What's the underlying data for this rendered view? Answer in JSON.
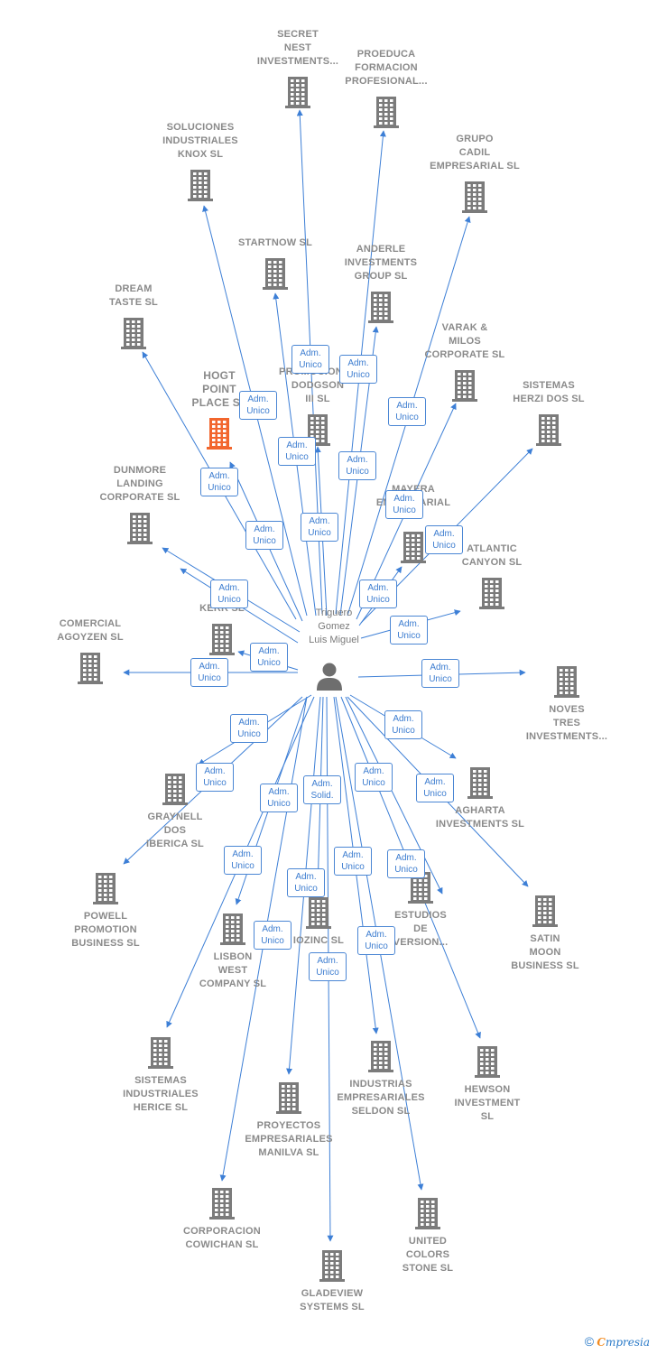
{
  "center": {
    "label": [
      "Triguero",
      "Gomez",
      "Luis Miguel"
    ]
  },
  "companies": [
    {
      "id": "secret",
      "label": [
        "SECRET",
        "NEST",
        "INVESTMENTS..."
      ]
    },
    {
      "id": "proeduca",
      "label": [
        "PROEDUCA",
        "FORMACION",
        "PROFESIONAL..."
      ]
    },
    {
      "id": "soluciones",
      "label": [
        "SOLUCIONES",
        "INDUSTRIALES",
        "KNOX SL"
      ]
    },
    {
      "id": "grupo",
      "label": [
        "GRUPO",
        "CADIL",
        "EMPRESARIAL SL"
      ]
    },
    {
      "id": "startnow",
      "label": [
        "STARTNOW SL"
      ]
    },
    {
      "id": "anderle",
      "label": [
        "ANDERLE",
        "INVESTMENTS",
        "GROUP SL"
      ]
    },
    {
      "id": "dream",
      "label": [
        "DREAM",
        "TASTE SL"
      ]
    },
    {
      "id": "varak",
      "label": [
        "VARAK &",
        "MILOS",
        "CORPORATE SL"
      ]
    },
    {
      "id": "hogt",
      "label": [
        "HOGT",
        "POINT",
        "PLACE  SL"
      ],
      "highlight": true
    },
    {
      "id": "promociones",
      "label": [
        "PROMOCIONES",
        "DODGSON",
        "III SL"
      ]
    },
    {
      "id": "sistemasherzi",
      "label": [
        "SISTEMAS",
        "HERZI DOS SL"
      ]
    },
    {
      "id": "dunmore",
      "label": [
        "DUNMORE",
        "LANDING",
        "CORPORATE SL"
      ]
    },
    {
      "id": "mayera",
      "label": [
        "MAYERA",
        "EMPRESARIAL",
        "SL"
      ]
    },
    {
      "id": "atlantic",
      "label": [
        "ATLANTIC",
        "CANYON SL"
      ]
    },
    {
      "id": "dakerr",
      "label": [
        "DA",
        "KERR SL"
      ]
    },
    {
      "id": "comercial",
      "label": [
        "COMERCIAL",
        "AGOYZEN SL"
      ]
    },
    {
      "id": "noves",
      "label": [
        "NOVES",
        "TRES",
        "INVESTMENTS..."
      ]
    },
    {
      "id": "graynell",
      "label": [
        "GRAYNELL",
        "DOS",
        "IBERICA  SL"
      ]
    },
    {
      "id": "agharta",
      "label": [
        "AGHARTA",
        "INVESTMENTS SL"
      ]
    },
    {
      "id": "powell",
      "label": [
        "POWELL",
        "PROMOTION",
        "BUSINESS  SL"
      ]
    },
    {
      "id": "lisbon",
      "label": [
        "LISBON",
        "WEST",
        "COMPANY  SL"
      ]
    },
    {
      "id": "iozinc",
      "label": [
        "IOZINC SL"
      ]
    },
    {
      "id": "estudios",
      "label": [
        "ESTUDIOS",
        "DE",
        "VERSION..."
      ]
    },
    {
      "id": "satin",
      "label": [
        "SATIN",
        "MOON",
        "BUSINESS SL"
      ]
    },
    {
      "id": "sistemasherice",
      "label": [
        "SISTEMAS",
        "INDUSTRIALES",
        "HERICE  SL"
      ]
    },
    {
      "id": "industrias",
      "label": [
        "INDUSTRIAS",
        "EMPRESARIALES",
        "SELDON SL"
      ]
    },
    {
      "id": "hewson",
      "label": [
        "HEWSON",
        "INVESTMENT",
        "SL"
      ]
    },
    {
      "id": "proyectos",
      "label": [
        "PROYECTOS",
        "EMPRESARIALES",
        "MANILVA SL"
      ]
    },
    {
      "id": "corporacion",
      "label": [
        "CORPORACION",
        "COWICHAN SL"
      ]
    },
    {
      "id": "united",
      "label": [
        "UNITED",
        "COLORS",
        "STONE SL"
      ]
    },
    {
      "id": "gladeview",
      "label": [
        "GLADEVIEW",
        "SYSTEMS  SL"
      ]
    }
  ],
  "badges": [
    {
      "line1": "Adm.",
      "line2": "Unico"
    },
    {
      "line1": "Adm.",
      "line2": "Unico"
    },
    {
      "line1": "Adm.",
      "line2": "Unico"
    },
    {
      "line1": "Adm.",
      "line2": "Unico"
    },
    {
      "line1": "Adm.",
      "line2": "Unico"
    },
    {
      "line1": "Adm.",
      "line2": "Unico"
    },
    {
      "line1": "Adm.",
      "line2": "Unico"
    },
    {
      "line1": "Adm.",
      "line2": "Unico"
    },
    {
      "line1": "Adm.",
      "line2": "Unico"
    },
    {
      "line1": "Adm.",
      "line2": "Unico"
    },
    {
      "line1": "Adm.",
      "line2": "Unico"
    },
    {
      "line1": "Adm.",
      "line2": "Unico"
    },
    {
      "line1": "Adm.",
      "line2": "Unico"
    },
    {
      "line1": "Adm.",
      "line2": "Unico"
    },
    {
      "line1": "Adm.",
      "line2": "Unico"
    },
    {
      "line1": "Adm.",
      "line2": "Unico"
    },
    {
      "line1": "Adm.",
      "line2": "Unico"
    },
    {
      "line1": "Adm.",
      "line2": "Unico"
    },
    {
      "line1": "Adm.",
      "line2": "Unico"
    },
    {
      "line1": "Adm.",
      "line2": "Unico"
    },
    {
      "line1": "Adm.",
      "line2": "Unico"
    },
    {
      "line1": "Adm.",
      "line2": "Unico"
    },
    {
      "line1": "Adm.",
      "line2": "Solid."
    },
    {
      "line1": "Adm.",
      "line2": "Unico"
    },
    {
      "line1": "Adm.",
      "line2": "Unico"
    },
    {
      "line1": "Adm.",
      "line2": "Unico"
    },
    {
      "line1": "Adm.",
      "line2": "Unico"
    },
    {
      "line1": "Adm.",
      "line2": "Unico"
    },
    {
      "line1": "Adm.",
      "line2": "Unico"
    },
    {
      "line1": "Adm.",
      "line2": "Unico"
    },
    {
      "line1": "Adm.",
      "line2": "Unico"
    }
  ],
  "colors": {
    "edge": "#3d7fd6",
    "building": "#7b7b7b",
    "highlight": "#f2662d",
    "person": "#6e6e6e"
  },
  "footer": {
    "copyright": "©",
    "brand_first": "C",
    "brand_rest": "mpresia"
  }
}
